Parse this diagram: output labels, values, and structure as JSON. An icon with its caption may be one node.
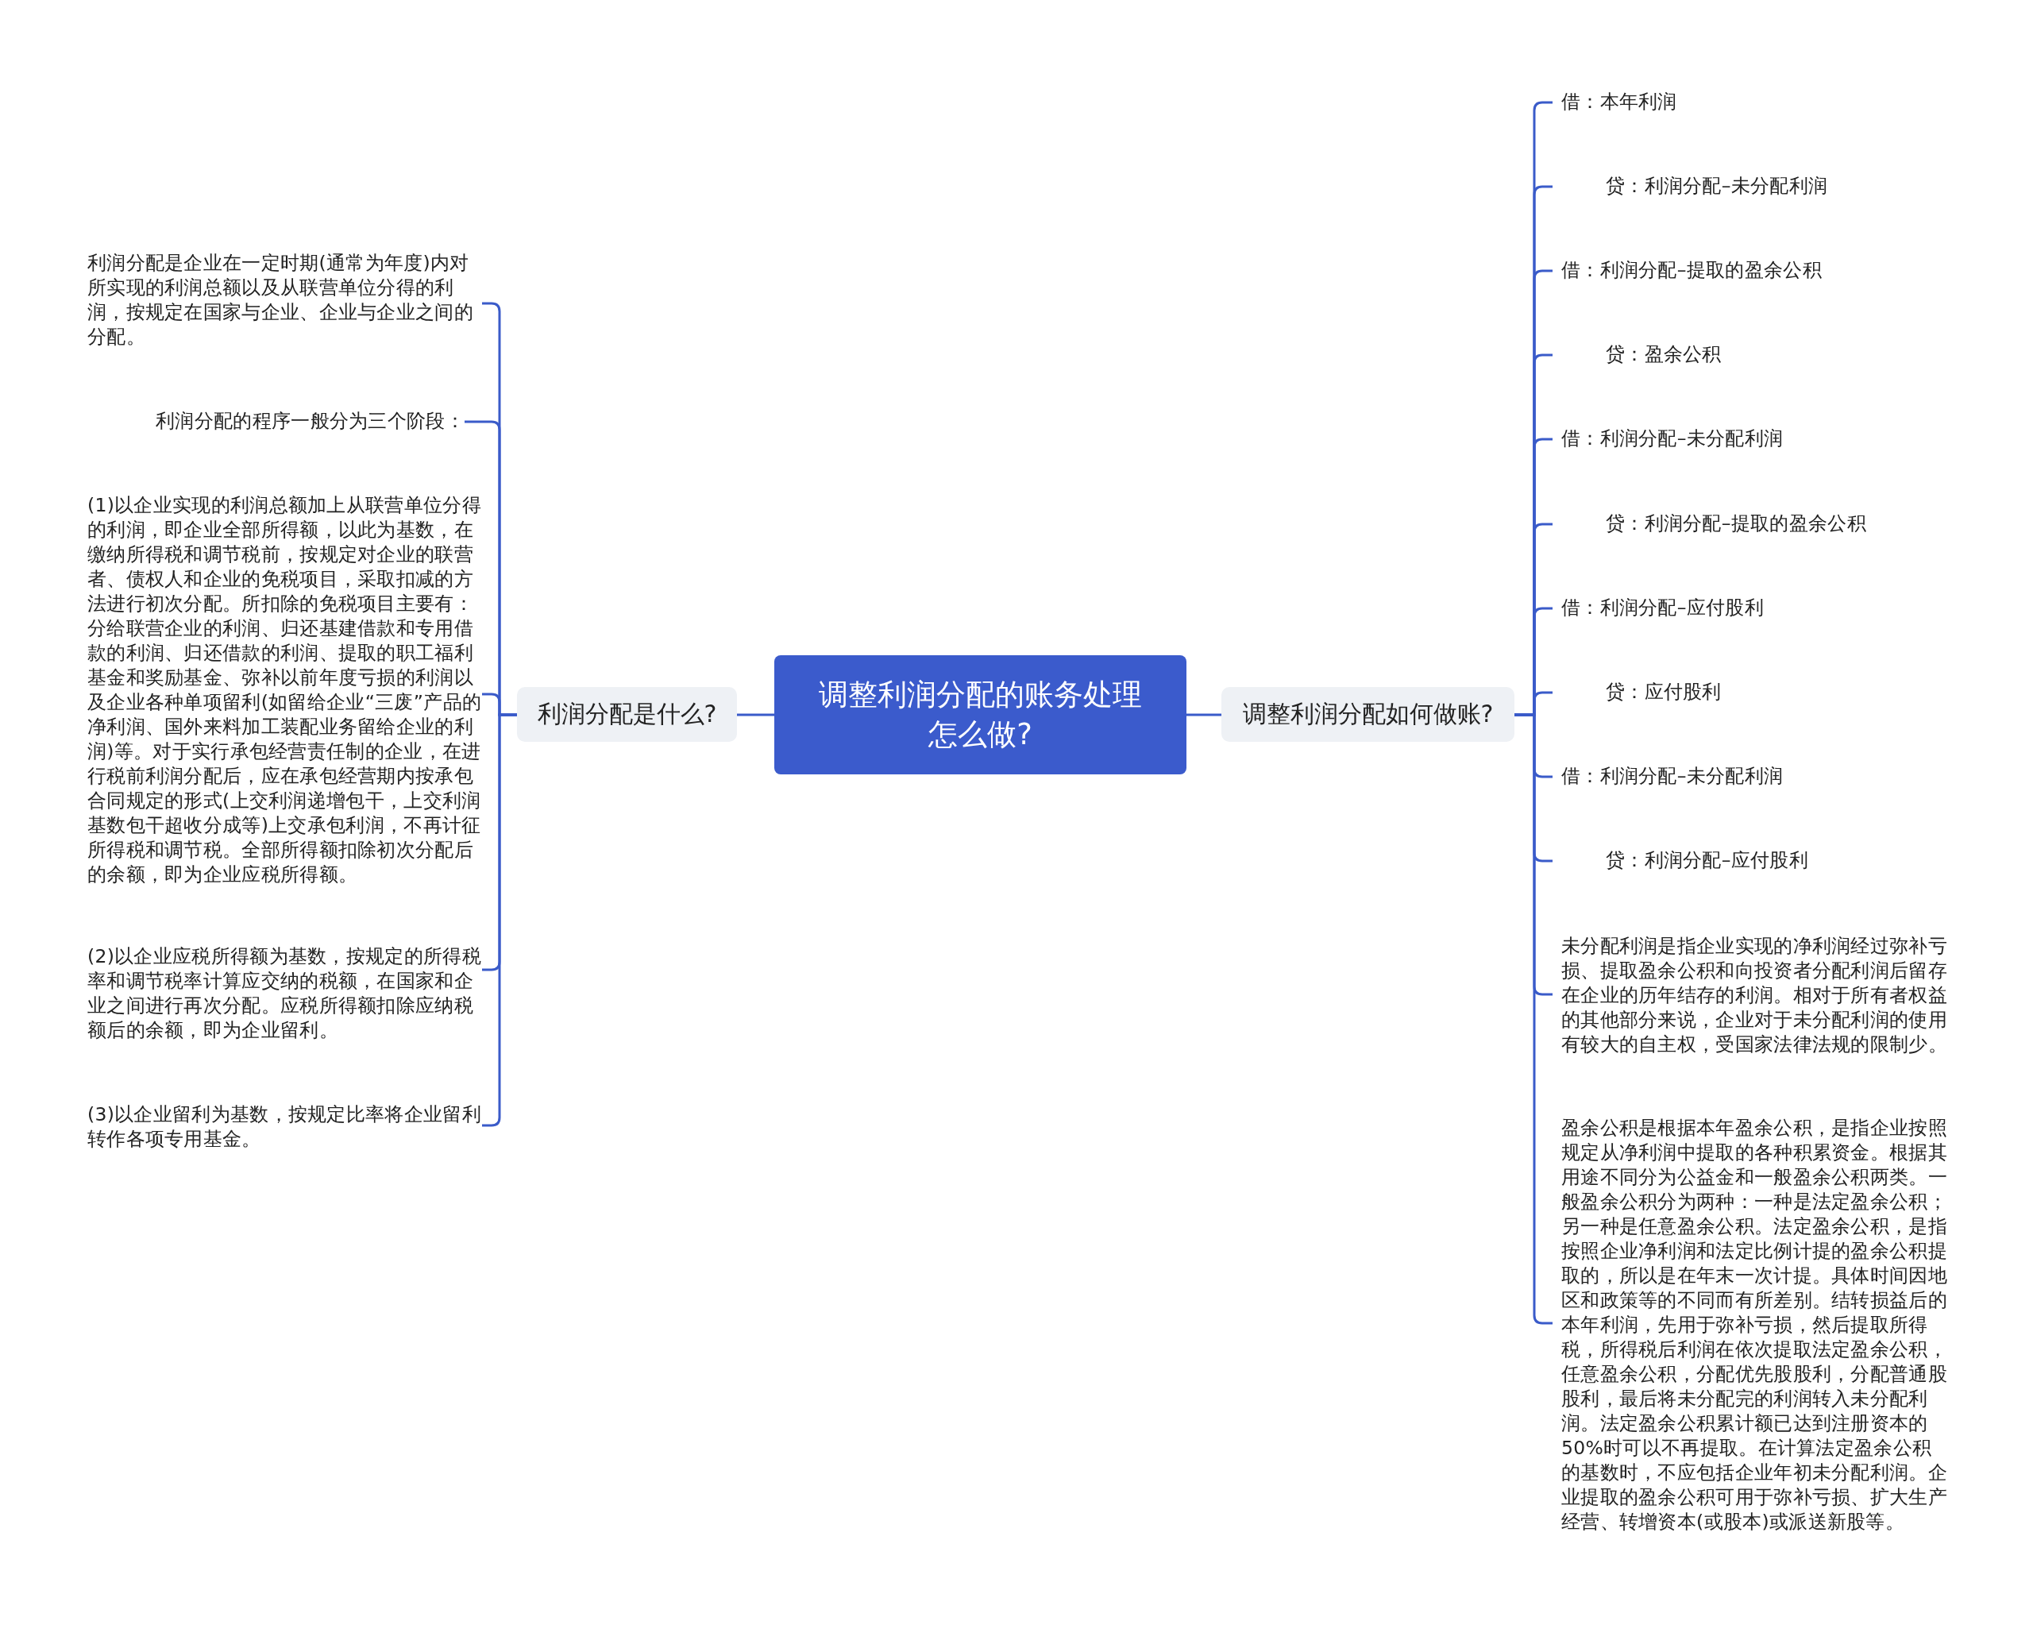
{
  "diagram": {
    "nodes": [
      {
        "text": [
          "调整利润分配的账务处理怎么做?"
        ]
      },
      {
        "text": [
          "利润分配是什么?"
        ]
      },
      {
        "text": [
          "利润分配是企业在一定时期(通常为年度)内对所实现的利润总额以及从联营单位分得的利润，按规定在国家与企业、企业与企业之间的分配。"
        ]
      },
      {
        "text": [
          "利润分配的程序一般分为三个阶段："
        ]
      },
      {
        "text": [
          "(1)以企业实现的利润总额加上从联营单位分得的利润，即企业全部所得额，以此为基数，在缴纳所得税和调节税前，按规定对企业的联营者、债权人和企业的免税项目，采取扣减的方法进行初次分配。所扣除的免税项目主要有：分给联营企业的利润、归还基建借款和专用借款的利润、归还借款的利润、提取的职工福利基金和奖励基金、弥补以前年度亏损的利润以及企业各种单项留利(如留给企业“三废”产品的净利润、国外来料加工装配业务留给企业的利润)等。对于实行承包经营责任制的企业，在进行税前利润分配后，应在承包经营期内按承包合同规定的形式(上交利润递增包干，上交利润基数包干超收分成等)上交承包利润，不再计征所得税和调节税。全部所得额扣除初次分配后的余额，即为企业应税所得额。"
        ]
      },
      {
        "text": [
          "(2)以企业应税所得额为基数，按规定的所得税率和调节税率计算应交纳的税额，在国家和企业之间进行再次分配。应税所得额扣除应纳税额后的余额，即为企业留利。"
        ]
      },
      {
        "text": [
          "(3)以企业留利为基数，按规定比率将企业留利转作各项专用基金。"
        ]
      },
      {
        "text": [
          "调整利润分配如何做账?"
        ]
      },
      {
        "text": [
          "借：本年利润"
        ]
      },
      {
        "text": [
          "贷：利润分配–未分配利润"
        ]
      },
      {
        "text": [
          "借：利润分配–提取的盈余公积"
        ]
      },
      {
        "text": [
          "贷：盈余公积"
        ]
      },
      {
        "text": [
          "借：利润分配–未分配利润"
        ]
      },
      {
        "text": [
          "贷：利润分配–提取的盈余公积"
        ]
      },
      {
        "text": [
          "借：利润分配–应付股利"
        ]
      },
      {
        "text": [
          "贷：应付股利"
        ]
      },
      {
        "text": [
          "借：利润分配–未分配利润"
        ]
      },
      {
        "text": [
          "贷：利润分配–应付股利"
        ]
      },
      {
        "text": [
          "未分配利润是指企业实现的净利润经过弥补亏损、提取盈余公积和向投资者分配利润后留存在企业的历年结存的利润。相对于所有者权益的其他部分来说，企业对于未分配利润的使用有较大的自主权，受国家法律法规的限制少。"
        ]
      },
      {
        "text": [
          "盈余公积是根据本年盈余公积，是指企业按照规定从净利润中提取的各种积累资金。根据其用途不同分为公益金和一般盈余公积两类。一般盈余公积分为两种：一种是法定盈余公积；另一种是任意盈余公积。法定盈余公积，是指按照企业净利润和法定比例计提的盈余公积提取的，所以是在年末一次计提。具体时间因地区和政策等的不同而有所差别。结转损益后的本年利润，先用于弥补亏损，然后提取所得税，所得税后利润在依次提取法定盈余公积，任意盈余公积，分配优先股股利，分配普通股股利，最后将未分配完的利润转入未分配利润。法定盈余公积累计额已达到注册资本的50%时可以不再提取。在计算法定盈余公积的基数时，不应包括企业年初未分配利润。企业提取的盈余公积可用于弥补亏损、扩大生产经营、转增资本(或股本)或派送新股等。"
        ]
      }
    ],
    "edges": [
      {
        "from": 0,
        "to": 1,
        "arrow": "none"
      },
      {
        "from": 1,
        "to": 2,
        "arrow": "none"
      },
      {
        "from": 1,
        "to": 3,
        "arrow": "none"
      },
      {
        "from": 1,
        "to": 4,
        "arrow": "none"
      },
      {
        "from": 1,
        "to": 5,
        "arrow": "none"
      },
      {
        "from": 1,
        "to": 6,
        "arrow": "none"
      },
      {
        "from": 0,
        "to": 7,
        "arrow": "none"
      },
      {
        "from": 7,
        "to": 8,
        "arrow": "none"
      },
      {
        "from": 7,
        "to": 9,
        "arrow": "none"
      },
      {
        "from": 7,
        "to": 10,
        "arrow": "none"
      },
      {
        "from": 7,
        "to": 11,
        "arrow": "none"
      },
      {
        "from": 7,
        "to": 12,
        "arrow": "none"
      },
      {
        "from": 7,
        "to": 13,
        "arrow": "none"
      },
      {
        "from": 7,
        "to": 14,
        "arrow": "none"
      },
      {
        "from": 7,
        "to": 15,
        "arrow": "none"
      },
      {
        "from": 7,
        "to": 16,
        "arrow": "none"
      },
      {
        "from": 7,
        "to": 17,
        "arrow": "none"
      },
      {
        "from": 7,
        "to": 18,
        "arrow": "none"
      },
      {
        "from": 7,
        "to": 19,
        "arrow": "none"
      }
    ]
  }
}
